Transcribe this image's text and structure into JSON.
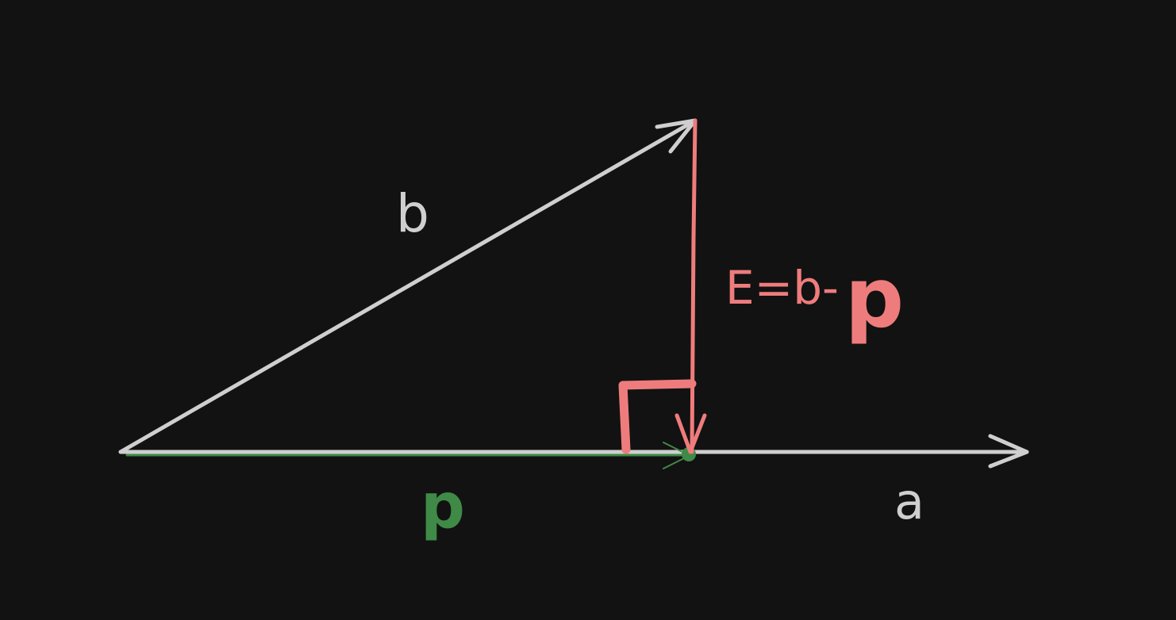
{
  "diagram": {
    "labels": {
      "vector_b": "b",
      "vector_a": "a",
      "projection_p": "p",
      "error_prefix": "E=b-",
      "error_p": "p"
    },
    "colors": {
      "background": "#121212",
      "vector": "#cfcfcf",
      "error": "#ef7c7c",
      "projection": "#3f8a47"
    }
  }
}
